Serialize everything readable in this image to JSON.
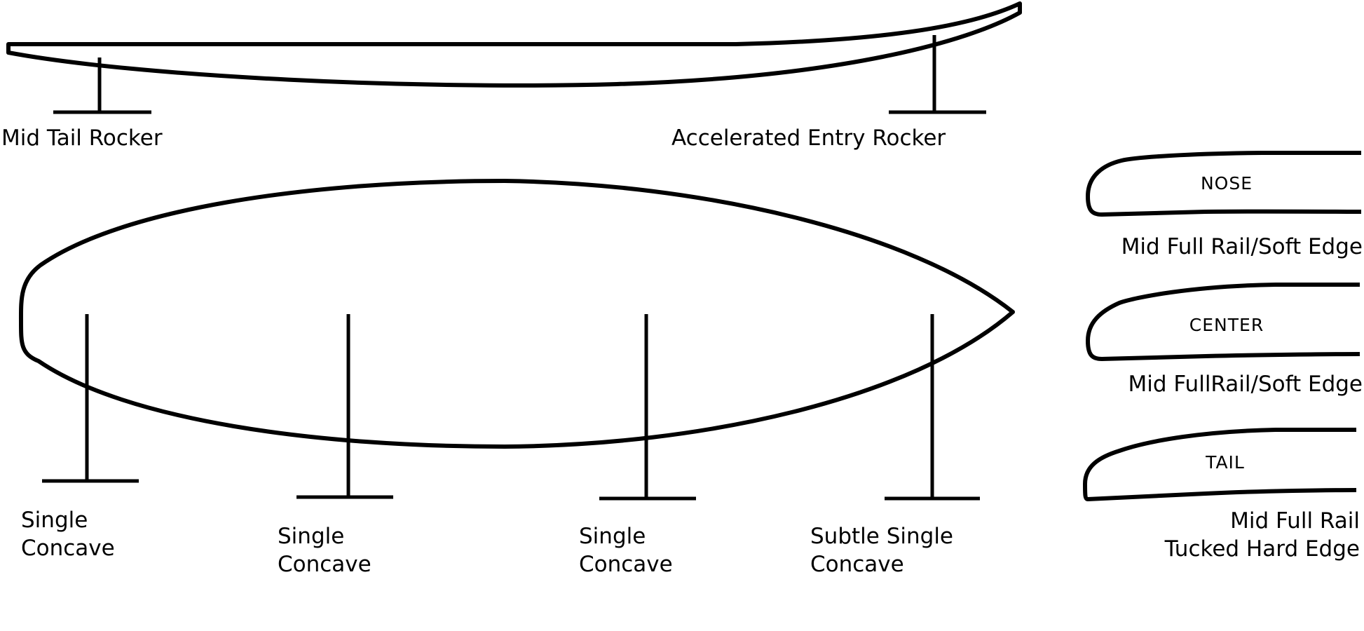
{
  "colors": {
    "line": "#000000",
    "background": "#ffffff"
  },
  "rocker": {
    "tail_label": "Mid Tail Rocker",
    "entry_label": "Accelerated Entry Rocker"
  },
  "concaves": [
    {
      "line1": "Single",
      "line2": "Concave"
    },
    {
      "line1": "Single",
      "line2": "Concave"
    },
    {
      "line1": "Single",
      "line2": "Concave"
    },
    {
      "line1": "Subtle Single",
      "line2": "Concave"
    }
  ],
  "rails": [
    {
      "section": "NOSE",
      "line1": "Mid Full Rail/Soft Edge",
      "line2": ""
    },
    {
      "section": "CENTER",
      "line1": "Mid FullRail/Soft Edge",
      "line2": ""
    },
    {
      "section": "TAIL",
      "line1": "Mid Full Rail",
      "line2": "Tucked Hard Edge"
    }
  ]
}
